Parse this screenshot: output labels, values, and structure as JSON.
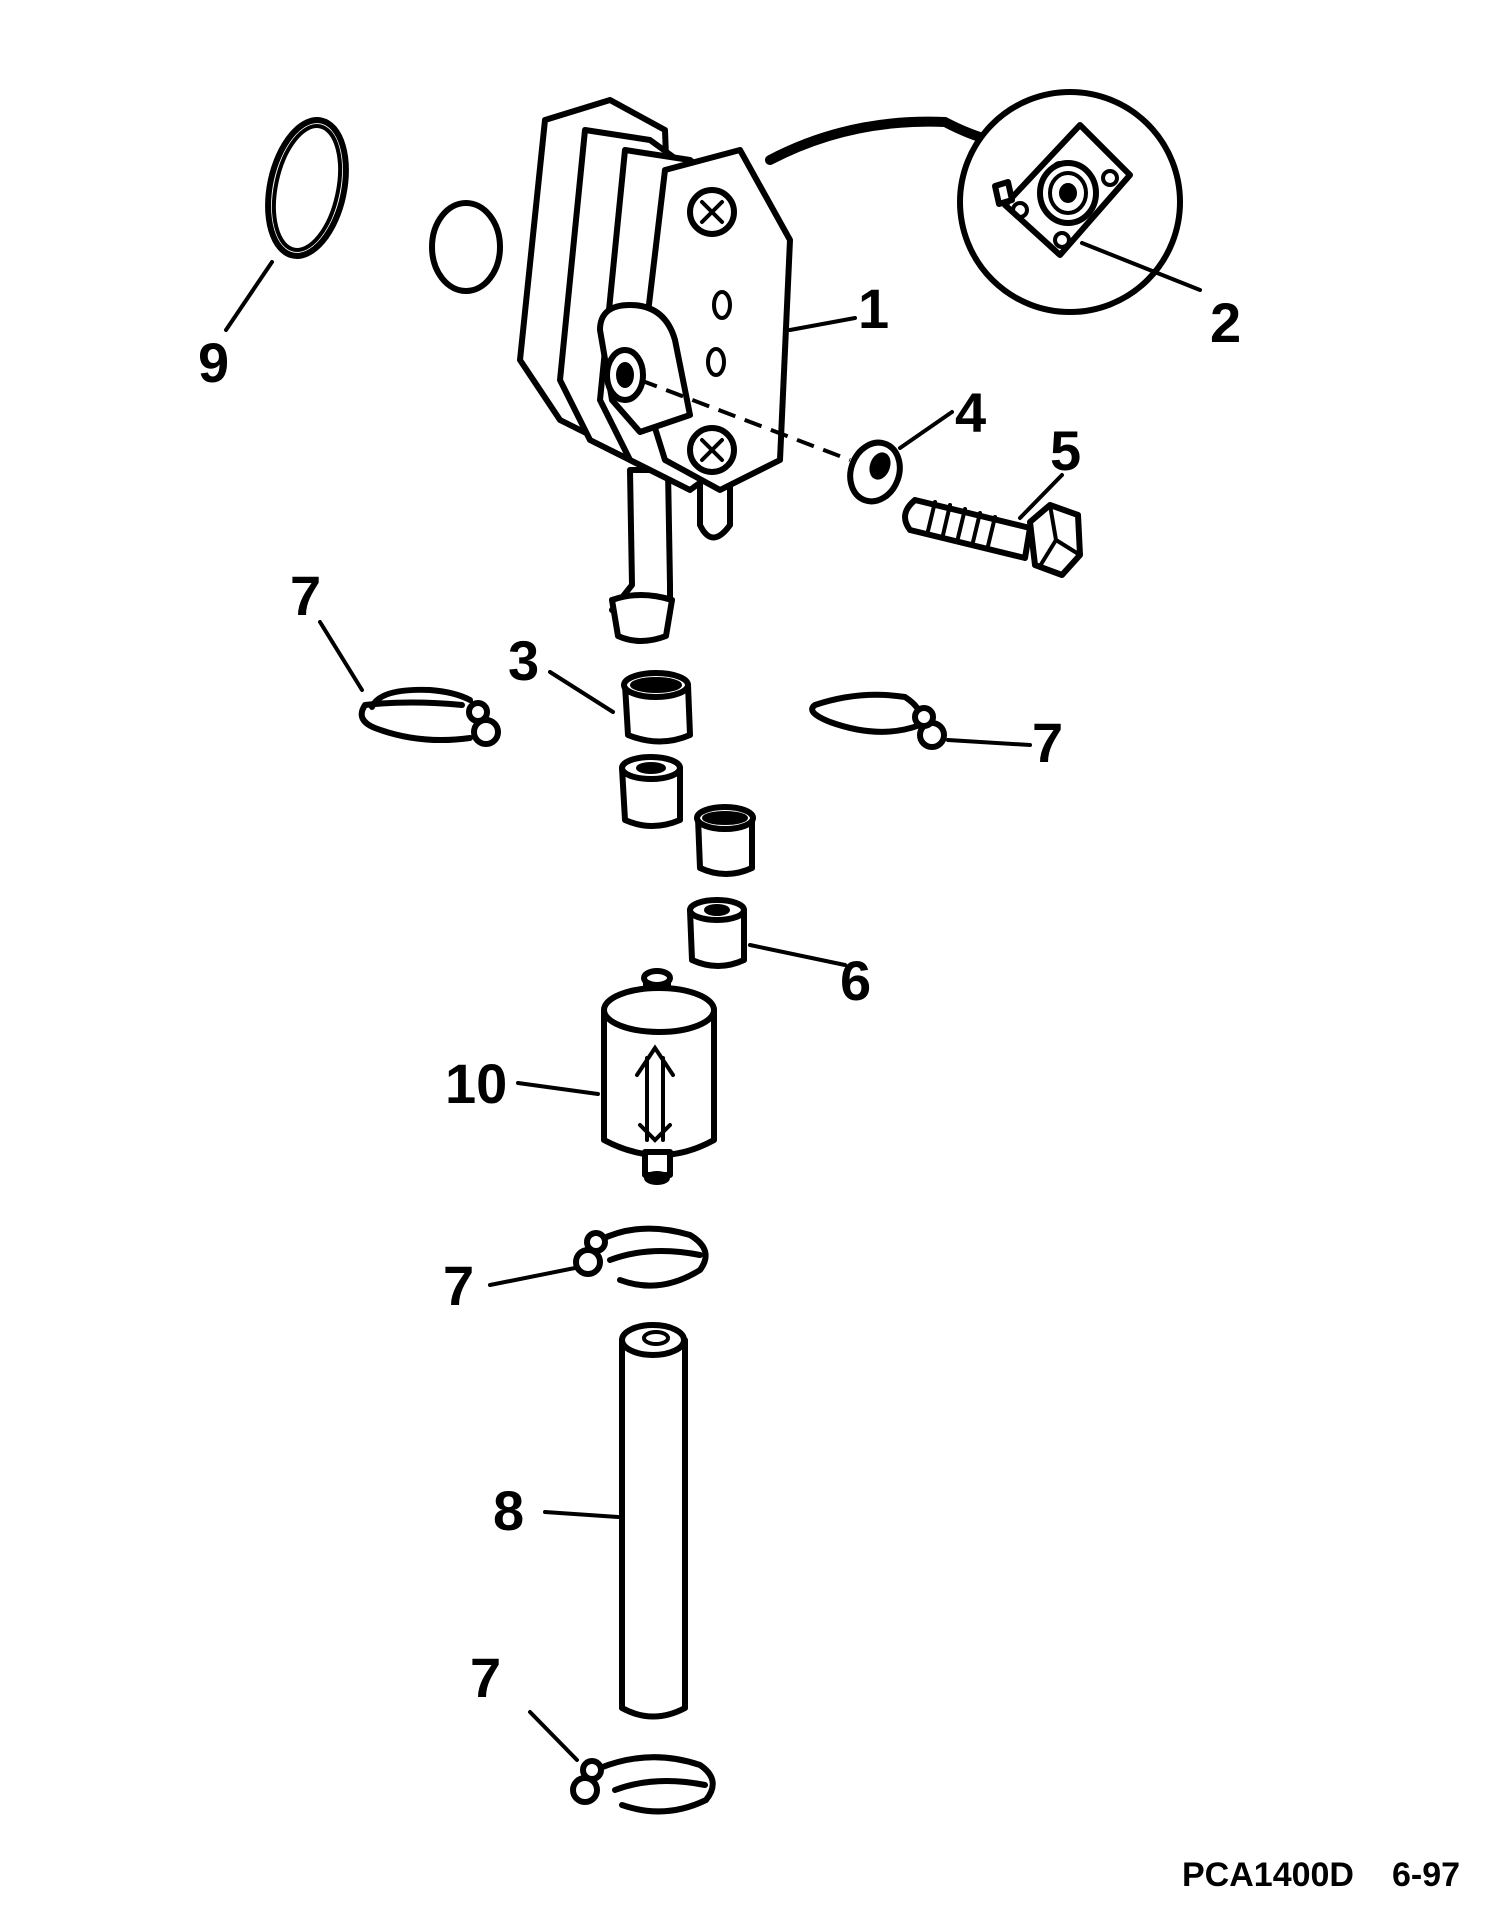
{
  "callouts": {
    "pump": "1",
    "diaphragm": "2",
    "connector_upper": "3",
    "washer": "4",
    "screw": "5",
    "connector_lower": "6",
    "clamp": "7",
    "hose": "8",
    "o_ring": "9",
    "filter": "10"
  },
  "footer": {
    "drawing_number": "PCA1400D",
    "date_code": "6-97"
  }
}
